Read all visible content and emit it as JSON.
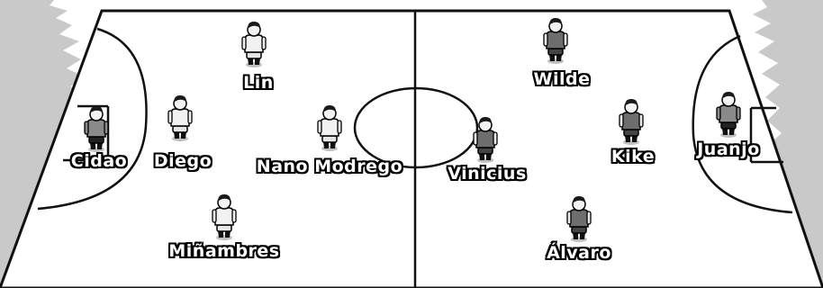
{
  "colors": {
    "background": "#ffffff",
    "crowd": "#c9c9c9",
    "court": "#ffffff",
    "lines": "#111111",
    "home_kit": "#f2f2f2",
    "away_kit": "#6e6e6e",
    "goalkeeper_kit": "#8a8a8a",
    "skin": "#f3f3f3",
    "hair": "#1a1a1a"
  },
  "court": {
    "surface": "futsal",
    "markings": [
      "halfway-line",
      "center-circle",
      "left-penalty-area",
      "right-penalty-area",
      "left-goal",
      "right-goal"
    ]
  },
  "teams": [
    {
      "side": "left",
      "kit": "light",
      "players": [
        {
          "name": "Cidao",
          "role": "goalkeeper"
        },
        {
          "name": "Diego",
          "role": "field"
        },
        {
          "name": "Lin",
          "role": "field"
        },
        {
          "name": "Miñambres",
          "role": "field"
        },
        {
          "name": "Nano Modrego",
          "role": "field"
        }
      ]
    },
    {
      "side": "right",
      "kit": "dark",
      "players": [
        {
          "name": "Juanjo",
          "role": "goalkeeper"
        },
        {
          "name": "Kike",
          "role": "field"
        },
        {
          "name": "Wilde",
          "role": "field"
        },
        {
          "name": "Álvaro",
          "role": "field"
        },
        {
          "name": "Vinicius",
          "role": "field"
        }
      ]
    }
  ]
}
